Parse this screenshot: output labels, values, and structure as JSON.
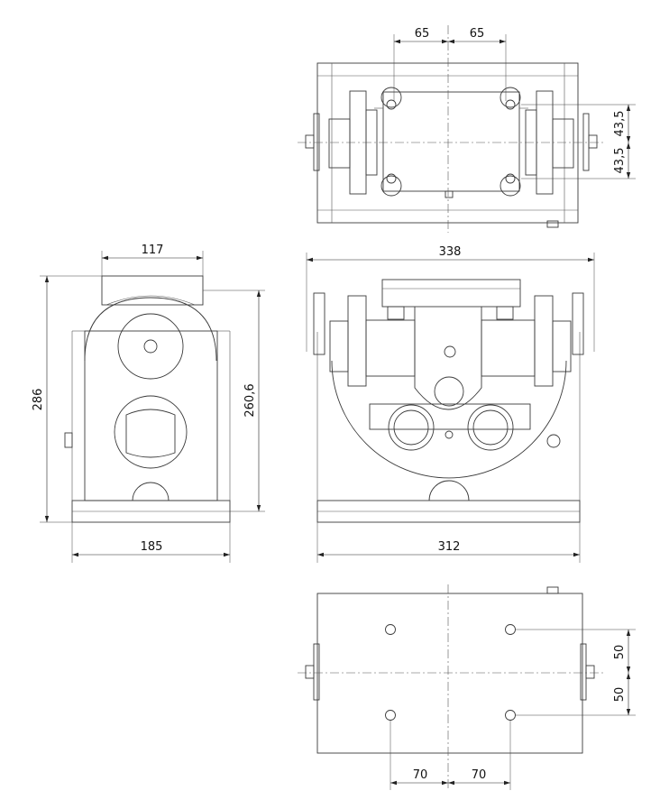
{
  "top_view": {
    "dim_left_65": "65",
    "dim_right_65": "65",
    "dim_upper_43_5": "43,5",
    "dim_lower_43_5": "43,5"
  },
  "side_view": {
    "dim_top_117": "117",
    "dim_height_286": "286",
    "dim_height_260_6": "260,6",
    "dim_width_185": "185"
  },
  "front_view": {
    "dim_width_338": "338",
    "dim_width_312": "312"
  },
  "bottom_view": {
    "dim_upper_50": "50",
    "dim_lower_50": "50",
    "dim_left_70": "70",
    "dim_right_70": "70"
  }
}
